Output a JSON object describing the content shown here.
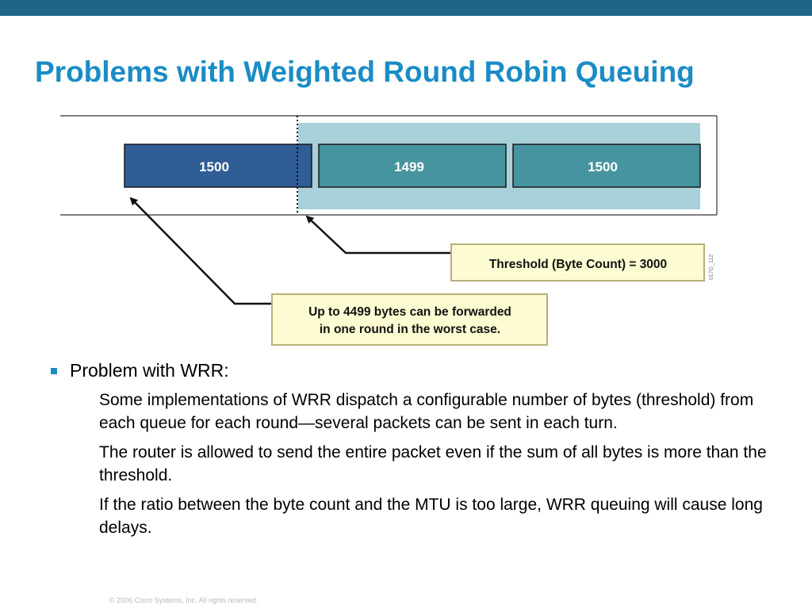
{
  "slide": {
    "title": "Problems with Weighted Round Robin Queuing"
  },
  "diagram": {
    "packets": [
      "1500",
      "1499",
      "1500"
    ],
    "threshold_label": "Threshold (Byte Count) = 3000",
    "worst_case_label_line1": "Up to 4499 bytes can be forwarded",
    "worst_case_label_line2": "in one round in the worst case.",
    "figure_code": "017G_112",
    "colors": {
      "packet_dark": "#2f5d95",
      "packet_teal": "#46949f",
      "queue_fill": "#a8d1d9",
      "callout_fill": "#fdfbd2",
      "callout_border": "#b7b07a"
    }
  },
  "bullets": [
    {
      "label": "Problem with WRR:",
      "paragraphs": [
        "Some implementations of WRR dispatch a configurable number of bytes (threshold) from each queue for each round—several packets can be sent in each turn.",
        "The router is allowed to send the entire packet even if the sum of all bytes is more than the threshold.",
        "If the ratio between the byte count and the MTU is too large, WRR queuing will cause long delays."
      ]
    }
  ],
  "footer": {
    "copyright": "© 2006 Cisco Systems, Inc. All rights reserved."
  },
  "theme": {
    "title_color": "#1a8cc6",
    "top_bar_color": "#1e6688",
    "bullet_color": "#1a8cc6"
  }
}
